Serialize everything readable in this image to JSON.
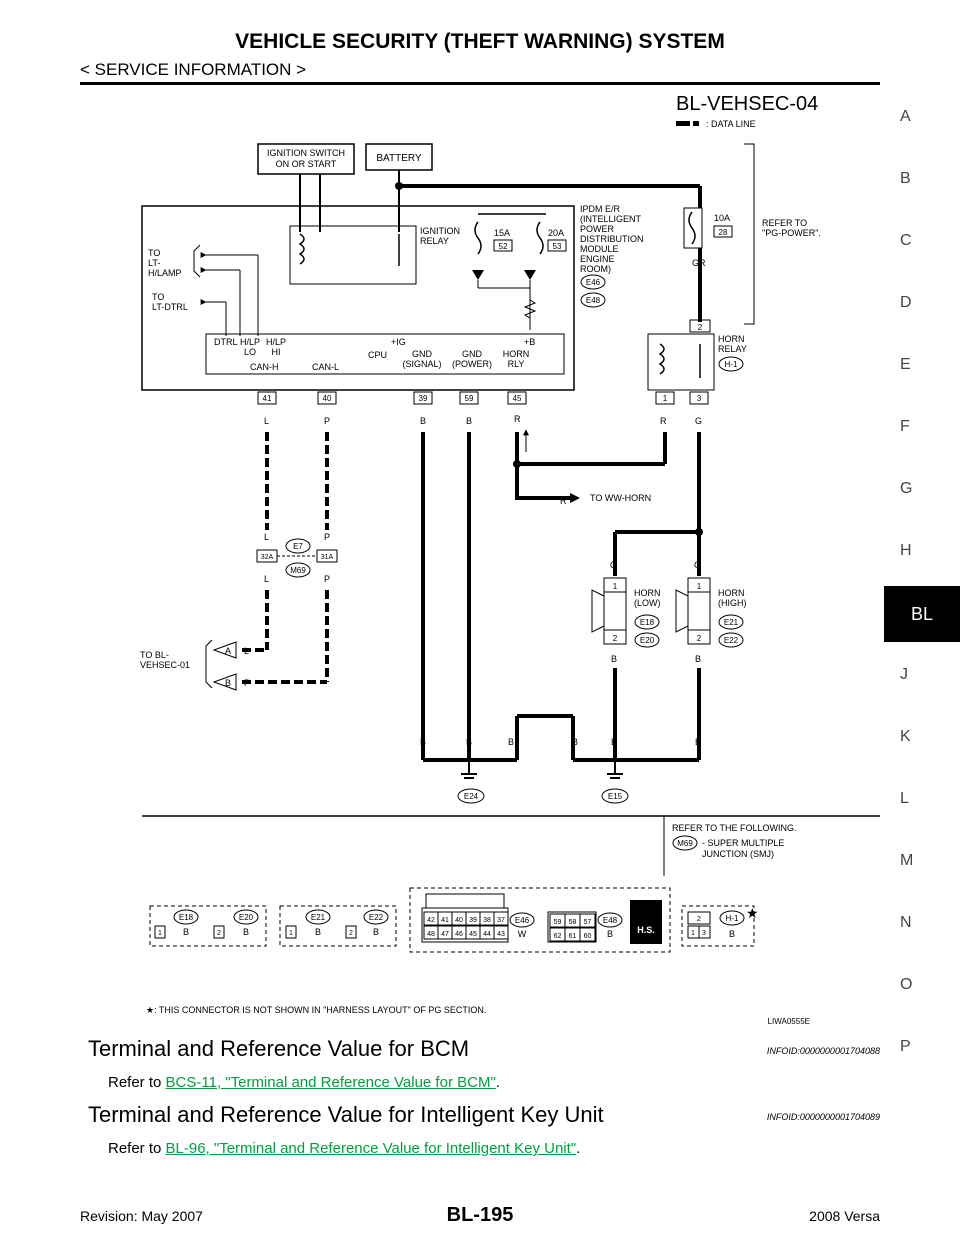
{
  "header": {
    "title": "VEHICLE SECURITY (THEFT WARNING) SYSTEM",
    "subtitle": "< SERVICE INFORMATION >"
  },
  "side_index": {
    "letters": [
      "A",
      "B",
      "C",
      "D",
      "E",
      "F",
      "G",
      "H",
      "J",
      "K",
      "L",
      "M",
      "N",
      "O",
      "P"
    ],
    "active": "BL"
  },
  "diagram": {
    "code": "BL-VEHSEC-04",
    "legend_data_line": ": DATA LINE",
    "ignition_switch": "IGNITION SWITCH\nON OR START",
    "battery": "BATTERY",
    "ignition_relay": "IGNITION\nRELAY",
    "ipdm": "IPDM E/R\n(INTELLIGENT\nPOWER\nDISTRIBUTION\nMODULE\nENGINE\nROOM)",
    "ipdm_conn1": "E46",
    "ipdm_conn2": "E48",
    "fuse_15a": "15A",
    "fuse_15a_no": "52",
    "fuse_20a": "20A",
    "fuse_20a_no": "53",
    "fuse_10a": "10A",
    "fuse_10a_no": "28",
    "refer_pg_power": "REFER TO\n\"PG-POWER\".",
    "to_lt_hlamp": "TO\nLT-\nH/LAMP",
    "to_lt_dtrl": "TO\nLT-DTRL",
    "ipdm_inner_labels": {
      "dtrl": "DTRL",
      "hlp_lo": "H/LP\nLO",
      "hlp_hi": "H/LP\nHI",
      "ig": "+IG",
      "b": "+B",
      "cpu": "CPU",
      "can_h": "CAN-H",
      "can_l": "CAN-L",
      "gnd_signal": "GND\n(SIGNAL)",
      "gnd_power": "GND\n(POWER)",
      "horn_rly": "HORN\nRLY"
    },
    "terminals": [
      "41",
      "40",
      "39",
      "59",
      "45"
    ],
    "wire_colors": {
      "t41": "L",
      "t40": "P",
      "t39": "B",
      "t59": "B",
      "t45": "R"
    },
    "horn_relay": "HORN\nRELAY",
    "horn_relay_conn": "H-1",
    "horn_relay_pins": [
      "2",
      "1",
      "3"
    ],
    "gr": "GR",
    "r": "R",
    "g": "G",
    "to_ww_horn": "TO WW-HORN",
    "joint_conn": "E7",
    "joint_conn2": "M69",
    "joint_pins": [
      "32A",
      "31A"
    ],
    "to_bl_vehsec01": "TO BL-\nVEHSEC-01",
    "bl_a": "A",
    "bl_b": "B",
    "horn_low": "HORN\n(LOW)",
    "horn_high": "HORN\n(HIGH)",
    "horn_low_conns": [
      "E18",
      "E20"
    ],
    "horn_high_conns": [
      "E21",
      "E22"
    ],
    "pin1": "1",
    "pin2": "2",
    "ground_e24": "E24",
    "ground_e15": "E15",
    "refer_following": "REFER TO THE FOLLOWING.",
    "smj": "- SUPER MULTIPLE\nJUNCTION (SMJ)",
    "connectors": [
      {
        "id": "E18",
        "color": "B"
      },
      {
        "id": "E20",
        "color": "B"
      },
      {
        "id": "E21",
        "color": "B"
      },
      {
        "id": "E22",
        "color": "B"
      },
      {
        "id": "E46",
        "color": "W"
      },
      {
        "id": "E48",
        "color": "B"
      },
      {
        "id": "H-1",
        "color": "B"
      }
    ],
    "e46_pins_top": [
      "42",
      "41",
      "40",
      "39",
      "38",
      "37"
    ],
    "e46_pins_bottom": [
      "48",
      "47",
      "46",
      "45",
      "44",
      "43"
    ],
    "e48_pins_top": [
      "59",
      "58",
      "57"
    ],
    "e48_pins_bottom": [
      "62",
      "61",
      "60"
    ],
    "hs": "H.S.",
    "star_note": "★: THIS CONNECTOR IS NOT SHOWN IN \"HARNESS LAYOUT\" OF PG SECTION.",
    "figure_id": "LIWA0555E"
  },
  "sections": [
    {
      "heading": "Terminal and Reference Value for BCM",
      "infoid": "INFOID:0000000001704088",
      "prefix": "Refer to ",
      "link": "BCS-11, \"Terminal and Reference Value for BCM\"",
      "suffix": "."
    },
    {
      "heading": "Terminal and Reference Value for Intelligent Key Unit",
      "infoid": "INFOID:0000000001704089",
      "prefix": "Refer to ",
      "link": "BL-96, \"Terminal and Reference Value for Intelligent Key Unit\"",
      "suffix": "."
    }
  ],
  "footer": {
    "revision": "Revision: May 2007",
    "page_code": "BL-195",
    "model": "2008 Versa"
  }
}
